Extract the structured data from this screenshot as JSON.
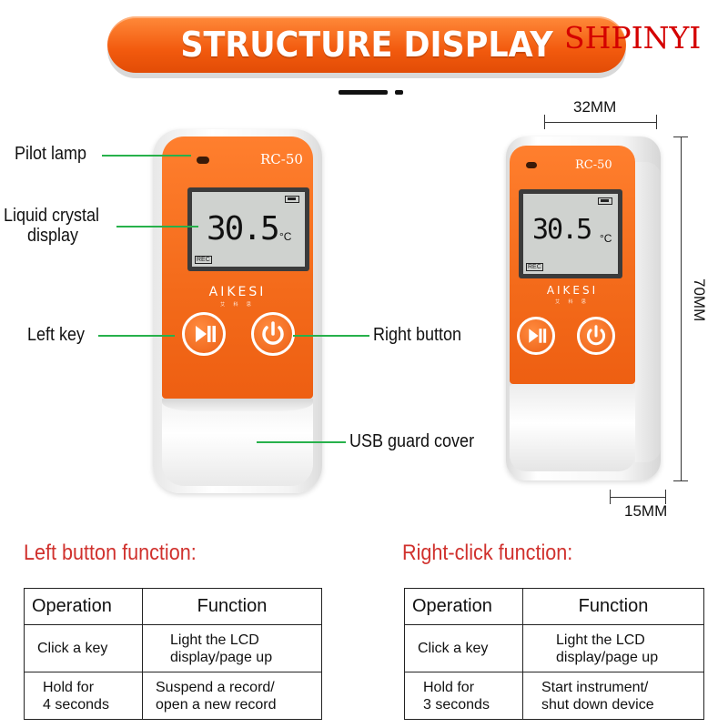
{
  "banner": {
    "title": "STRUCTURE DISPLAY"
  },
  "watermark": "SHPINYI",
  "device": {
    "model": "RC-50",
    "reading": "30.5",
    "unit": "°C",
    "rec": "REC",
    "brand": "AIKESI",
    "brand_sub": "艾 科 思"
  },
  "callouts": {
    "pilot_lamp": "Pilot lamp",
    "lcd_line1": "Liquid crystal",
    "lcd_line2": "display",
    "left_key": "Left key",
    "right_button": "Right button",
    "usb_cover": "USB guard cover"
  },
  "dimensions": {
    "width": "32MM",
    "height": "70MM",
    "depth": "15MM"
  },
  "left_section": {
    "title": "Left button function:",
    "headers": [
      "Operation",
      "Function"
    ],
    "rows": [
      {
        "op": "Click a key",
        "fn1": "Light the LCD",
        "fn2": "display/page up"
      },
      {
        "op1": "Hold for",
        "op2": "4 seconds",
        "fn1": "Suspend a record/",
        "fn2": "open a new record"
      }
    ]
  },
  "right_section": {
    "title": "Right-click function:",
    "headers": [
      "Operation",
      "Function"
    ],
    "rows": [
      {
        "op": "Click a key",
        "fn1": "Light the LCD",
        "fn2": "display/page up"
      },
      {
        "op1": "Hold for",
        "op2": "3 seconds",
        "fn1": "Start instrument/",
        "fn2": "shut down device"
      }
    ]
  },
  "colors": {
    "accent_orange": "#f36a1a",
    "title_red": "#d0312d",
    "callout_green": "#27b14b"
  }
}
